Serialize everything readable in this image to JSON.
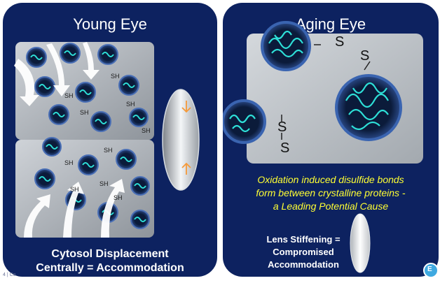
{
  "left": {
    "title": "Young Eye",
    "caption_line1": "Cytosol Displacement",
    "caption_line2": "Centrally = Accommodation",
    "sh_label": "SH"
  },
  "right": {
    "title": "Aging Eye",
    "s_label": "S",
    "yellow_line1": "Oxidation induced disulfide bonds",
    "yellow_line2": "form between crystalline proteins -",
    "yellow_line3": "a Leading Potential Cause",
    "stiff_line1": "Lens Stiffening  =",
    "stiff_line2": "Compromised",
    "stiff_line3": "Accommodation"
  },
  "footer": {
    "text": "4 | Co"
  },
  "colors": {
    "panel": "#0d2260",
    "caption_yellow": "#ffff33",
    "protein": "#2ee0d8",
    "arrow_orange": "#f59a3a"
  }
}
